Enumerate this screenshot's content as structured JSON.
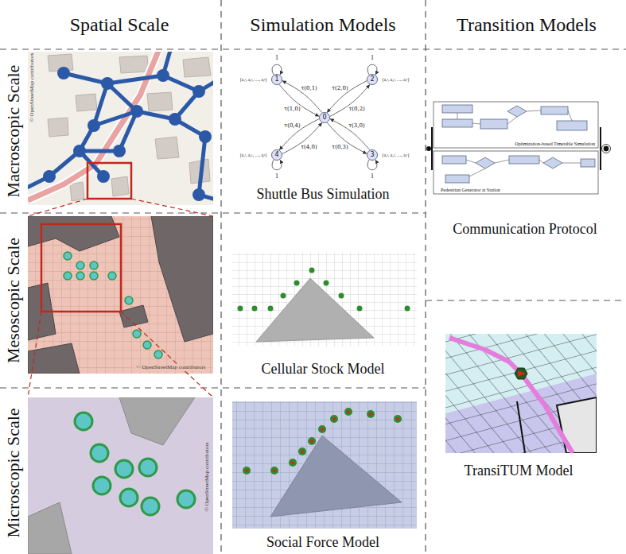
{
  "diagram": {
    "nodes": [
      {
        "text": [
          "1"
        ]
      },
      {
        "text": [
          "2"
        ]
      },
      {
        "text": [
          "0"
        ]
      },
      {
        "text": [
          "4"
        ]
      },
      {
        "text": [
          "3"
        ]
      }
    ],
    "edges": [
      {
        "from": 2,
        "to": 0,
        "arrow": "to",
        "label": "τ(0,1)"
      },
      {
        "from": 0,
        "to": 2,
        "arrow": "to",
        "label": "τ(1,0)"
      },
      {
        "from": 2,
        "to": 1,
        "arrow": "to",
        "label": "τ(0,2)"
      },
      {
        "from": 1,
        "to": 2,
        "arrow": "to",
        "label": "τ(2,0)"
      },
      {
        "from": 2,
        "to": 3,
        "arrow": "to",
        "label": "τ(0,4)"
      },
      {
        "from": 3,
        "to": 2,
        "arrow": "to",
        "label": "τ(4,0)"
      },
      {
        "from": 2,
        "to": 4,
        "arrow": "to",
        "label": "τ(0,3)"
      },
      {
        "from": 4,
        "to": 2,
        "arrow": "to",
        "label": "τ(3,0)"
      }
    ],
    "labels": [
      "Spatial Scale",
      "Simulation Models",
      "Transition Models",
      "Macroscopic Scale",
      "Mesoscopic Scale",
      "Microscopic Scale",
      "© OpenStreetMap contributors",
      "© OpenStreetMap contributors",
      "© OpenStreetMap contributors",
      "Shuttle Bus Simulation",
      "Cellular Stock Model",
      "Social Force Model",
      "Communication Protocol",
      "TransiTUM Model",
      "Optimization-based Timetable Simulation",
      "Pedestrian Generator at Station",
      "1",
      "1",
      "1",
      "1",
      "{a₁ᵗ, a₂ᵗ, …, aⱼᵗ}",
      "{a₁ᵗ, a₂ᵗ, …, aⱼᵗ}",
      "{a₁ᵗ, a₂ᵗ, …, aⱼᵗ}",
      "{a₁ᵗ, a₂ᵗ, …, aⱼᵗ}"
    ]
  }
}
